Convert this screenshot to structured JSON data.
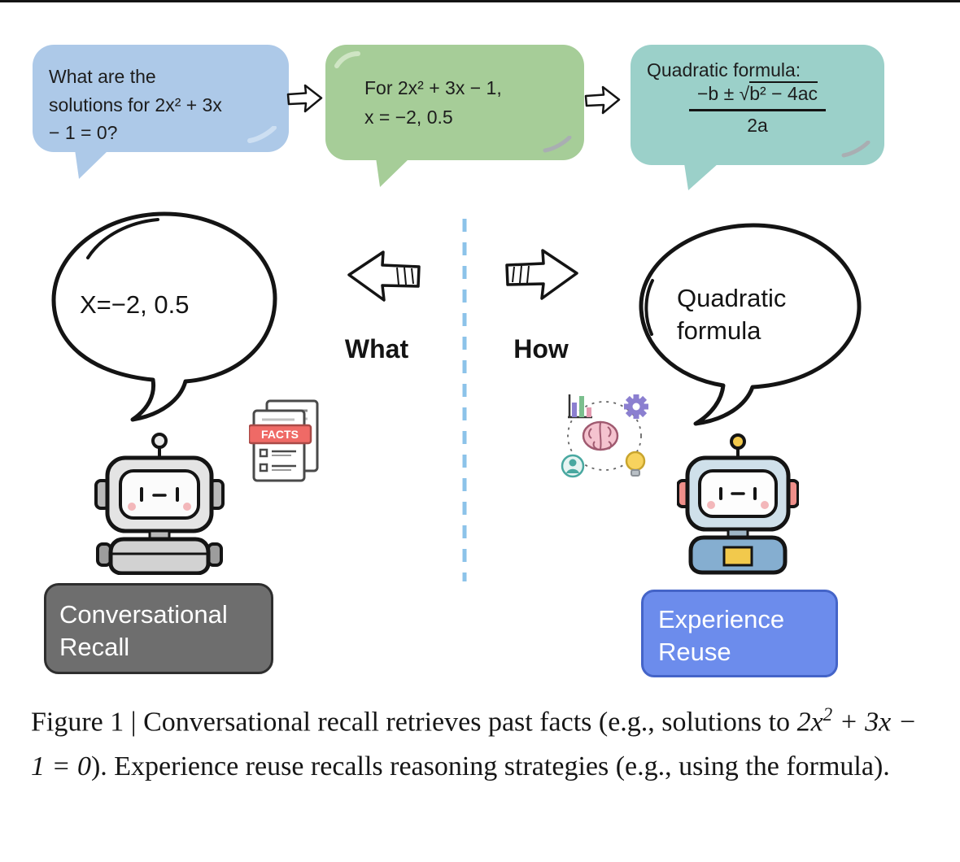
{
  "figure": {
    "top_row": {
      "question_bubble": {
        "lines": [
          "What are the",
          "solutions for 2x² + 3x",
          "− 1 = 0?"
        ],
        "bg": "#adc9e8"
      },
      "answer_bubble": {
        "lines": [
          "For 2x² + 3x − 1,",
          "x = −2, 0.5"
        ],
        "bg": "#a6cd98"
      },
      "formula_bubble": {
        "title": "Quadratic formula:",
        "numerator_prefix": "−b ± ",
        "sqrt_sign": "√",
        "radicand": "b² − 4ac",
        "denominator": "2a",
        "bg": "#9bd0c9"
      }
    },
    "middle": {
      "recall_thought_text": "X=−2, 0.5",
      "reuse_thought_lines": [
        "Quadratic",
        "formula"
      ],
      "what_label": "What",
      "how_label": "How",
      "facts_label": "FACTS",
      "divider_color": "#8cc3e9"
    },
    "badges": {
      "recall": {
        "lines": [
          "Conversational",
          "Recall"
        ],
        "bg": "#6e6e6e"
      },
      "reuse": {
        "lines": [
          "Experience",
          "Reuse"
        ],
        "bg": "#6c8cec"
      }
    },
    "caption": {
      "part_before_math": "Figure 1 | Conversational recall retrieves past facts (e.g., solutions to ",
      "math_base": "2x",
      "math_exponent": "2",
      "math_rest": " + 3x − 1 = 0",
      "part_after_math": "). Experience reuse recalls reasoning strategies (e.g., using the formula)."
    }
  }
}
